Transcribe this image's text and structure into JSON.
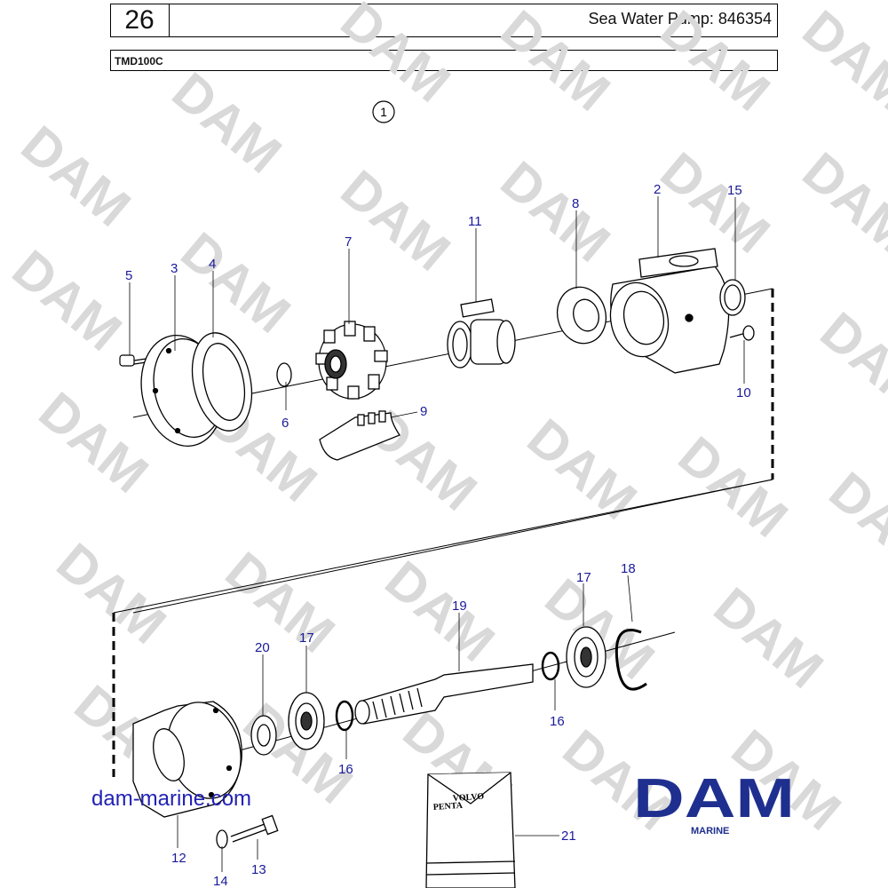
{
  "header": {
    "page_number": "26",
    "title": "Sea Water Pump: 846354",
    "model": "TMD100C"
  },
  "view_marker": "1",
  "watermark": "DAM",
  "parts": [
    {
      "id": "1"
    },
    {
      "id": "2"
    },
    {
      "id": "3"
    },
    {
      "id": "4"
    },
    {
      "id": "5"
    },
    {
      "id": "6"
    },
    {
      "id": "7"
    },
    {
      "id": "8"
    },
    {
      "id": "9"
    },
    {
      "id": "10"
    },
    {
      "id": "11"
    },
    {
      "id": "12"
    },
    {
      "id": "13"
    },
    {
      "id": "14"
    },
    {
      "id": "15"
    },
    {
      "id": "16"
    },
    {
      "id": "17"
    },
    {
      "id": "18"
    },
    {
      "id": "19"
    },
    {
      "id": "20"
    },
    {
      "id": "21"
    }
  ],
  "callouts": {
    "c2": "2",
    "c3": "3",
    "c4": "4",
    "c5": "5",
    "c6": "6",
    "c7": "7",
    "c8": "8",
    "c9": "9",
    "c10": "10",
    "c11": "11",
    "c12": "12",
    "c13": "13",
    "c14": "14",
    "c15": "15",
    "c16a": "16",
    "c16b": "16",
    "c17a": "17",
    "c17b": "17",
    "c18": "18",
    "c19": "19",
    "c20": "20",
    "c21": "21"
  },
  "kit_label": {
    "line1": "VOLVO",
    "line2": "PENTA"
  },
  "footer": {
    "website": "dam-marine.com",
    "brand": "DAM",
    "brand_sub": "MARINE",
    "brand_color": "#1f2f8f"
  }
}
